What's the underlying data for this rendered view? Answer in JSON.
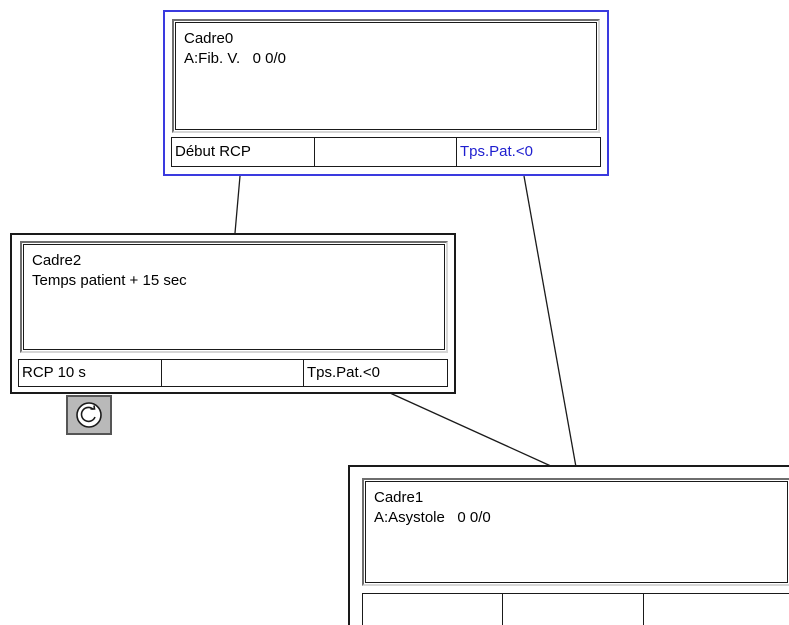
{
  "nodes": {
    "cadre0": {
      "title": "Cadre0",
      "detail": "A:Fib. V.   0 0/0",
      "fields": [
        "Début RCP",
        "",
        "Tps.Pat.<0"
      ]
    },
    "cadre2": {
      "title": "Cadre2",
      "detail": "Temps patient + 15 sec",
      "fields": [
        "RCP 10 s",
        "",
        "Tps.Pat.<0"
      ]
    },
    "cadre1": {
      "title": "Cadre1",
      "detail": "A:Asystole   0 0/0",
      "fields": [
        "",
        "",
        ""
      ]
    }
  },
  "colors": {
    "selected_border": "#3a3adf",
    "condition_text": "#1e1ecf",
    "timer_button_bg": "#b9b9b9"
  },
  "icons": {
    "timer_button": "refresh-timer-icon"
  }
}
